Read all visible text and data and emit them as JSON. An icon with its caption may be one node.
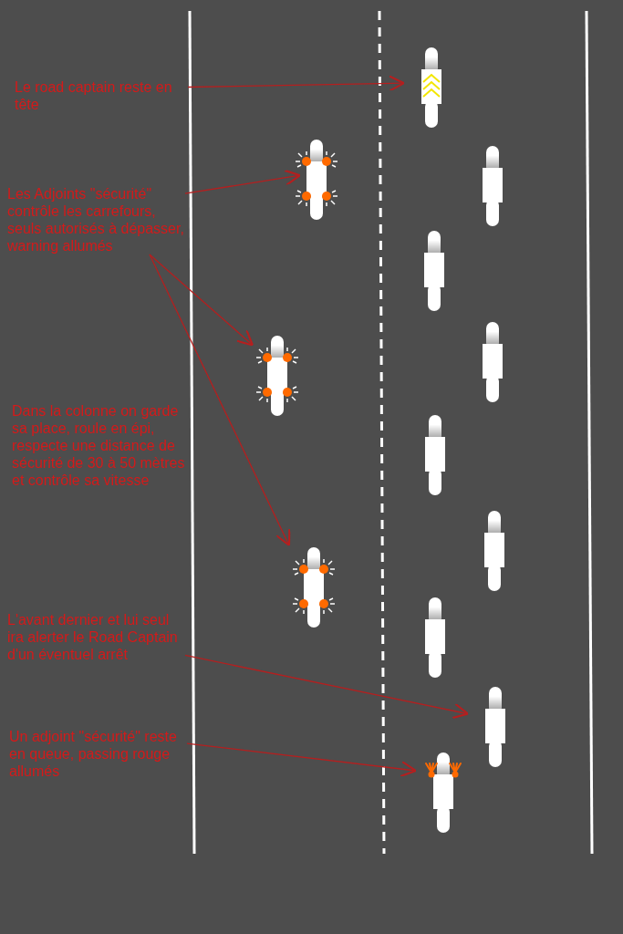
{
  "diagram": {
    "nodes": [
      {
        "text": [
          "Le road captain reste en tête"
        ]
      },
      {
        "text": [
          "Les Adjoints \"sécurité\" contrôle les carrefours, seuls autorisés à dépasser, warning allumés"
        ]
      },
      {
        "text": [
          "Dans la colonne on garde sa place, roule en épi, respecte une distance de sécurité de 30 à 50 mètres et contrôle sa vitesse"
        ]
      },
      {
        "text": [
          "L'avant dernier et lui seul ira alerter le Road Captain d'un éventuel arrêt"
        ]
      },
      {
        "text": [
          "Un adjoint \"sécurité\" reste en queue, passing rouge allumés"
        ]
      },
      {
        "text": [],
        "shape": "motorcycle"
      },
      {
        "text": [],
        "shape": "motorcycle"
      },
      {
        "text": [],
        "shape": "motorcycle"
      },
      {
        "text": [],
        "shape": "motorcycle"
      },
      {
        "text": [],
        "shape": "motorcycle"
      },
      {
        "text": [],
        "shape": "motorcycle"
      },
      {
        "text": [],
        "shape": "motorcycle"
      },
      {
        "text": [],
        "shape": "motorcycle"
      },
      {
        "text": [],
        "shape": "motorcycle"
      },
      {
        "text": [],
        "shape": "motorcycle"
      },
      {
        "text": [],
        "shape": "motorcycle"
      },
      {
        "text": [],
        "shape": "motorcycle"
      }
    ],
    "edges": [
      {
        "from": 0,
        "to": 5,
        "arrow": "to"
      },
      {
        "from": 1,
        "to": 6,
        "arrow": "to"
      },
      {
        "from": 1,
        "to": 10,
        "arrow": "to"
      },
      {
        "from": 1,
        "to": 13,
        "arrow": "to"
      },
      {
        "from": 3,
        "to": 15,
        "arrow": "to"
      },
      {
        "from": 4,
        "to": 16,
        "arrow": "to"
      }
    ]
  }
}
